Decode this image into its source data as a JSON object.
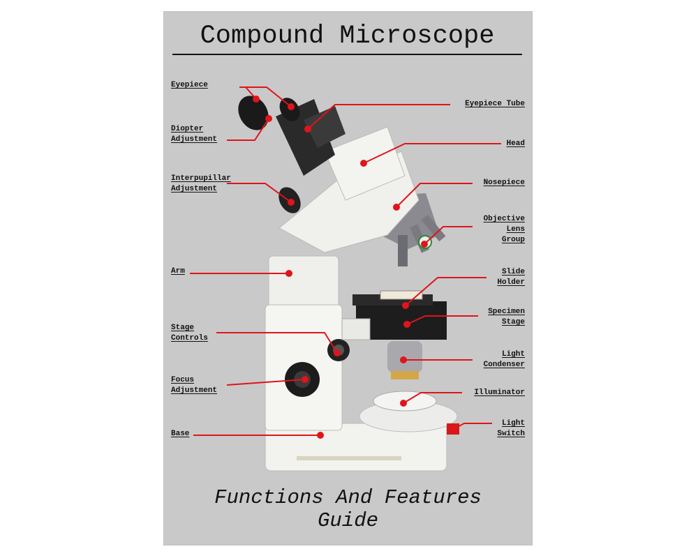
{
  "title": "Compound Microscope",
  "footer": {
    "line1": "Functions And Features",
    "line2": "Guide"
  },
  "labels": {
    "eyepiece": [
      "Eyepiece"
    ],
    "diopter": [
      "Diopter",
      "Adjustment"
    ],
    "interpupillar": [
      "Interpupillar",
      "Adjustment"
    ],
    "arm": [
      "Arm"
    ],
    "stage_controls": [
      "Stage",
      "Controls"
    ],
    "focus": [
      "Focus",
      "Adjustment"
    ],
    "base": [
      "Base"
    ],
    "eyepiece_tube": [
      "Eyepiece Tube"
    ],
    "head": [
      "Head"
    ],
    "nosepiece": [
      "Nosepiece"
    ],
    "objective": [
      "Objective",
      "Lens",
      "Group"
    ],
    "slide_holder": [
      "Slide",
      "Holder"
    ],
    "specimen_stage": [
      "Specimen",
      "Stage"
    ],
    "light_condenser": [
      "Light",
      "Condenser"
    ],
    "illuminator": [
      "Illuminator"
    ],
    "light_switch": [
      "Light",
      "Switch"
    ]
  },
  "colors": {
    "background": "#c9c9c9",
    "leader": "#e0141b",
    "text": "#111111"
  }
}
